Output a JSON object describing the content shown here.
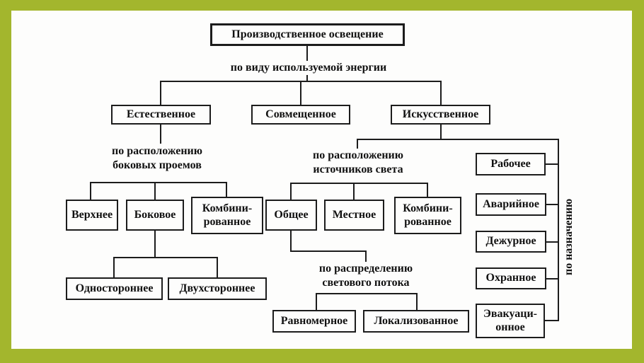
{
  "palette": {
    "frame": "#a3b62d",
    "background": "#fdfdfc",
    "line": "#1c1c1c",
    "text": "#111111"
  },
  "diagram": {
    "root": "Производственное освещение",
    "criteria": {
      "energy": "по виду используемой энергии",
      "side_openings": "по расположению\nбоковых проемов",
      "light_sources": "по расположению\nисточников света",
      "flux": "по распределению\nсветового потока",
      "purpose": "по назначению"
    },
    "energy_types": [
      "Естественное",
      "Совмещенное",
      "Искусственное"
    ],
    "side_opening_types": [
      "Верхнее",
      "Боковое",
      "Комбини-рованное"
    ],
    "side_counts": [
      "Одностороннее",
      "Двухстороннее"
    ],
    "source_location_types": [
      "Общее",
      "Местное",
      "Комбини-рованное"
    ],
    "flux_types": [
      "Равномерное",
      "Локализованное"
    ],
    "purpose_types": [
      "Рабочее",
      "Аварийное",
      "Дежурное",
      "Охранное",
      "Эвакуаци-онное"
    ]
  }
}
